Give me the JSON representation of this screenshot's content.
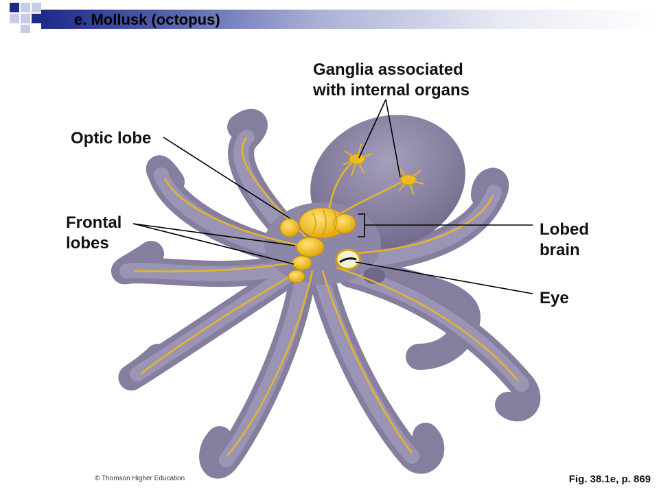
{
  "slide": {
    "title": "e. Mollusk (octopus)",
    "colors": {
      "title_band_dark": "#1d2a8a",
      "title_band_light": "#e9ebf4",
      "octopus_body": "#8a83a3",
      "nerve": "#e8b52a",
      "brain": "#f2c21c",
      "leader_line": "#000000"
    }
  },
  "diagram": {
    "labels": {
      "ganglia": [
        "Ganglia associated",
        "with internal organs"
      ],
      "optic_lobe": "Optic lobe",
      "frontal_lobes": [
        "Frontal",
        "lobes"
      ],
      "lobed_brain": [
        "Lobed",
        "brain"
      ],
      "eye": "Eye"
    },
    "icons": [
      "octopus-illustration",
      "brain-illustration",
      "eye-illustration",
      "neuron-illustration"
    ]
  },
  "footer": {
    "copyright": "© Thomson Higher Education",
    "figure_ref": "Fig. 38.1e, p. 869"
  }
}
